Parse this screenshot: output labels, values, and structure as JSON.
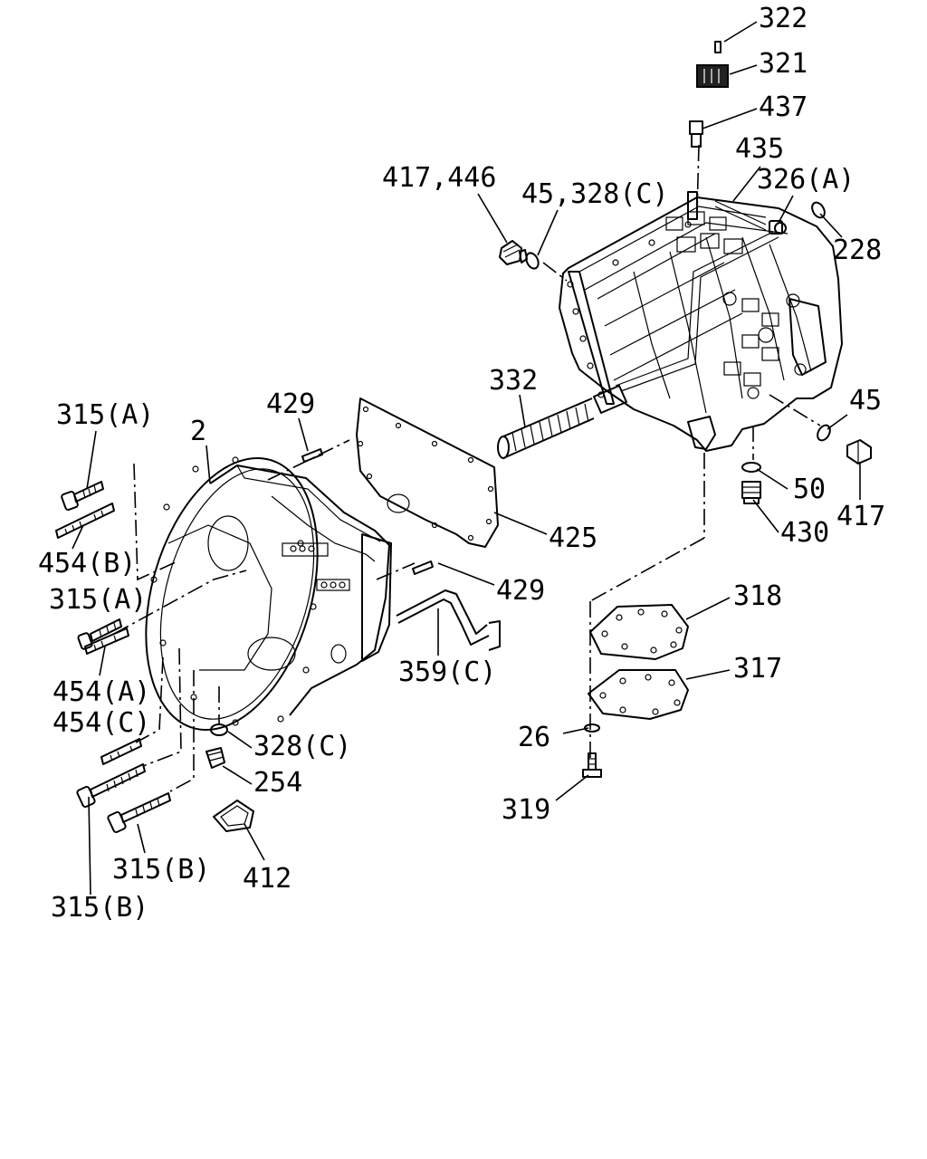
{
  "callouts": [
    {
      "id": "c322",
      "text": "322"
    },
    {
      "id": "c321",
      "text": "321"
    },
    {
      "id": "c437",
      "text": "437"
    },
    {
      "id": "c435",
      "text": "435"
    },
    {
      "id": "c326a",
      "text": "326(A)"
    },
    {
      "id": "c228",
      "text": "228"
    },
    {
      "id": "c417_446",
      "text": "417,446"
    },
    {
      "id": "c45_328c",
      "text": "45,328(C)"
    },
    {
      "id": "c332",
      "text": "332"
    },
    {
      "id": "c45",
      "text": "45"
    },
    {
      "id": "c50",
      "text": "50"
    },
    {
      "id": "c417",
      "text": "417"
    },
    {
      "id": "c430",
      "text": "430"
    },
    {
      "id": "c318",
      "text": "318"
    },
    {
      "id": "c317",
      "text": "317"
    },
    {
      "id": "c26",
      "text": "26"
    },
    {
      "id": "c319",
      "text": "319"
    },
    {
      "id": "c315a_top",
      "text": "315(A)"
    },
    {
      "id": "c2",
      "text": "2"
    },
    {
      "id": "c429_top",
      "text": "429"
    },
    {
      "id": "c425",
      "text": "425"
    },
    {
      "id": "c429_mid",
      "text": "429"
    },
    {
      "id": "c454b",
      "text": "454(B)"
    },
    {
      "id": "c315a_mid",
      "text": "315(A)"
    },
    {
      "id": "c359c",
      "text": "359(C)"
    },
    {
      "id": "c454a",
      "text": "454(A)"
    },
    {
      "id": "c454c",
      "text": "454(C)"
    },
    {
      "id": "c328c",
      "text": "328(C)"
    },
    {
      "id": "c254",
      "text": "254"
    },
    {
      "id": "c315b_mid",
      "text": "315(B)"
    },
    {
      "id": "c412",
      "text": "412"
    },
    {
      "id": "c315b_low",
      "text": "315(B)"
    }
  ]
}
